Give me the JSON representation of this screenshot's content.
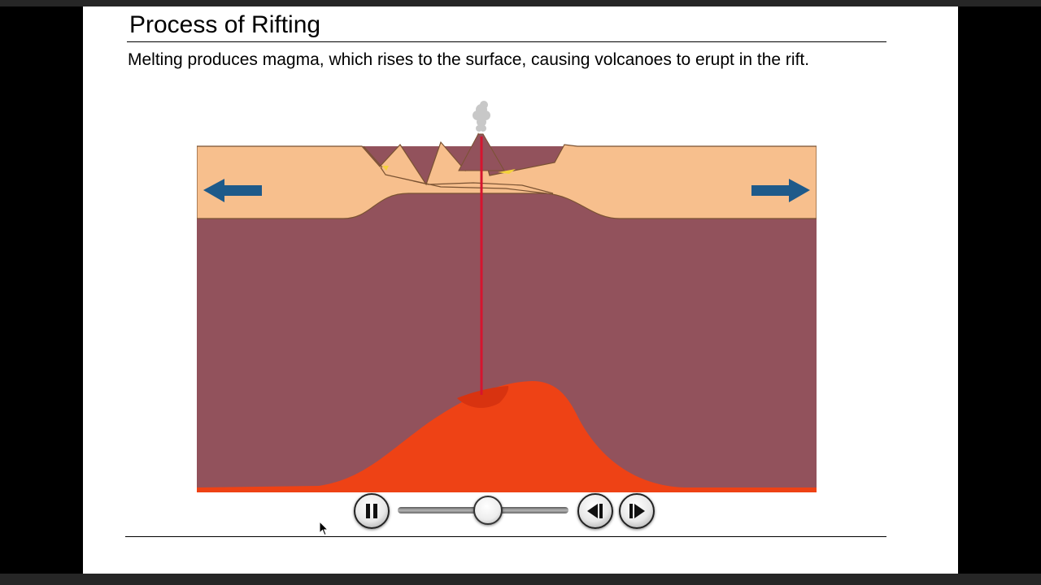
{
  "slide": {
    "title": "Process of Rifting",
    "caption": "Melting produces magma, which rises to the surface, causing volcanoes to erupt in the rift."
  },
  "diagram": {
    "colors": {
      "crust": "#f7bf8d",
      "mantle": "#92525c",
      "magma": "#ee4215",
      "magma_dark": "#d83310",
      "conduit": "#d6142e",
      "lava_flow": "#f4d23c",
      "arrow": "#1e5a8a",
      "smoke": "#c8c8c8",
      "outline": "#7a5232"
    },
    "arrows": [
      {
        "name": "arrow-left-icon",
        "direction": "left"
      },
      {
        "name": "arrow-right-icon",
        "direction": "right"
      }
    ]
  },
  "controls": {
    "pause_icon": "pause-icon",
    "step_back_icon": "step-back-icon",
    "step_forward_icon": "step-forward-icon",
    "progress": 0.53
  }
}
